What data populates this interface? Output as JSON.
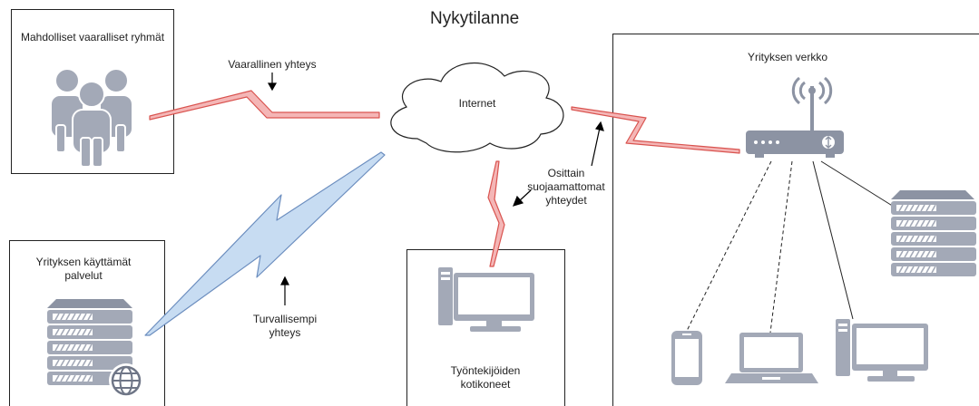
{
  "title": "Nykytilanne",
  "nodes": {
    "threat_groups": "Mahdolliset vaaralliset ryhmät",
    "company_network": "Yrityksen verkko",
    "company_services": "Yrityksen käyttämät palvelut",
    "home_computers": "Työntekijöiden kotikoneet",
    "internet": "Internet"
  },
  "connections": {
    "dangerous": "Vaarallinen yhteys",
    "partially_unprotected": "Osittain suojaamattomat yhteydet",
    "safer": "Turvallisempi yhteys"
  },
  "colors": {
    "danger_fill": "#f4b6b6",
    "danger_stroke": "#d9534f",
    "safe_fill": "#c7dcf2",
    "safe_stroke": "#6c8ebf",
    "icon_gray": "#a3a9b7",
    "icon_dark": "#8c93a3"
  },
  "icons": [
    "people-group-icon",
    "cloud-icon",
    "router-icon",
    "server-icon",
    "server-globe-icon",
    "desktop-icon",
    "laptop-icon",
    "smartphone-icon"
  ]
}
